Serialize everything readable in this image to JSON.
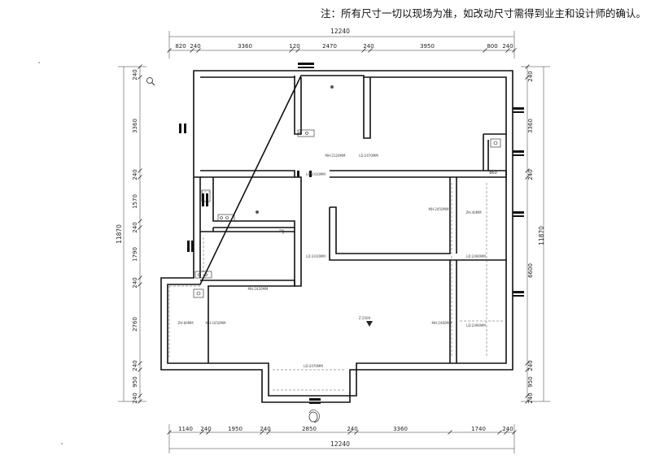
{
  "note": "注：所有尺寸一切以现场为准，如改动尺寸需得到业主和设计师的确认。",
  "dimensions": {
    "top_total": "12240",
    "top_segments": [
      "820",
      "240",
      "3360",
      "120",
      "2470",
      "240",
      "3950",
      "800",
      "240"
    ],
    "bottom_total": "12240",
    "bottom_segments": [
      "1140",
      "240",
      "1950",
      "240",
      "2850",
      "240",
      "3360",
      "1740",
      "240"
    ],
    "left_total": "11870",
    "left_segments": [
      "240",
      "3360",
      "240",
      "1570",
      "240",
      "1790",
      "240",
      "2760",
      "240",
      "950",
      "240"
    ],
    "right_total": "11870",
    "right_segments": [
      "240",
      "3360",
      "240",
      "6600",
      "240",
      "950",
      "240"
    ],
    "small_label": "860"
  },
  "rooms": {
    "label_a": "MH:2120MM",
    "label_b": "LD:2470MM",
    "label_c": "LD:2410MM",
    "label_d": "MH:2450MM",
    "label_e": "ZH:40MM",
    "label_f": "LD:2410MM",
    "label_g": "LD:2490MM",
    "label_h": "MH:2420MM",
    "label_i": "ZH:80MM",
    "label_j": "MH:2450MM",
    "label_k": "Z:2500",
    "label_l": "MH:2460MM",
    "label_m": "LD:2490MM",
    "label_n": "LD:2470MM"
  }
}
